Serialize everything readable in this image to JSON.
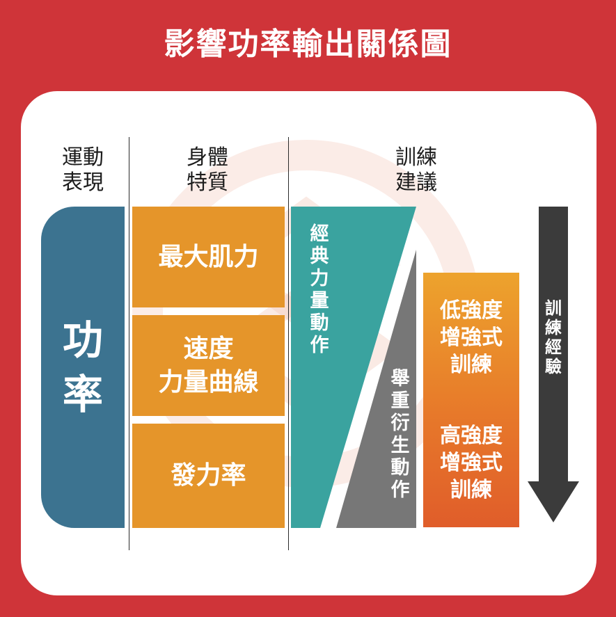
{
  "title": "影響功率輸出關係圖",
  "headers": {
    "performance": "運動\n表現",
    "physical": "身體\n特質",
    "training": "訓練\n建議"
  },
  "performance": {
    "label": "功\n率"
  },
  "physical_traits": [
    {
      "label": "最大肌力"
    },
    {
      "label": "速度\n力量曲線"
    },
    {
      "label": "發力率"
    }
  ],
  "training": {
    "classic": "經典力量動作",
    "olympic": "舉重衍生動作",
    "low_intensity": "低強度\n增強式\n訓練",
    "high_intensity": "高強度\n增強式\n訓練",
    "experience": "訓練經驗"
  },
  "colors": {
    "background": "#cf3439",
    "card": "#ffffff",
    "performance": "#3c7390",
    "physical": "#e5952a",
    "classic": "#3aa39f",
    "olympic": "#777777",
    "arrow": "#3b3b3b"
  }
}
